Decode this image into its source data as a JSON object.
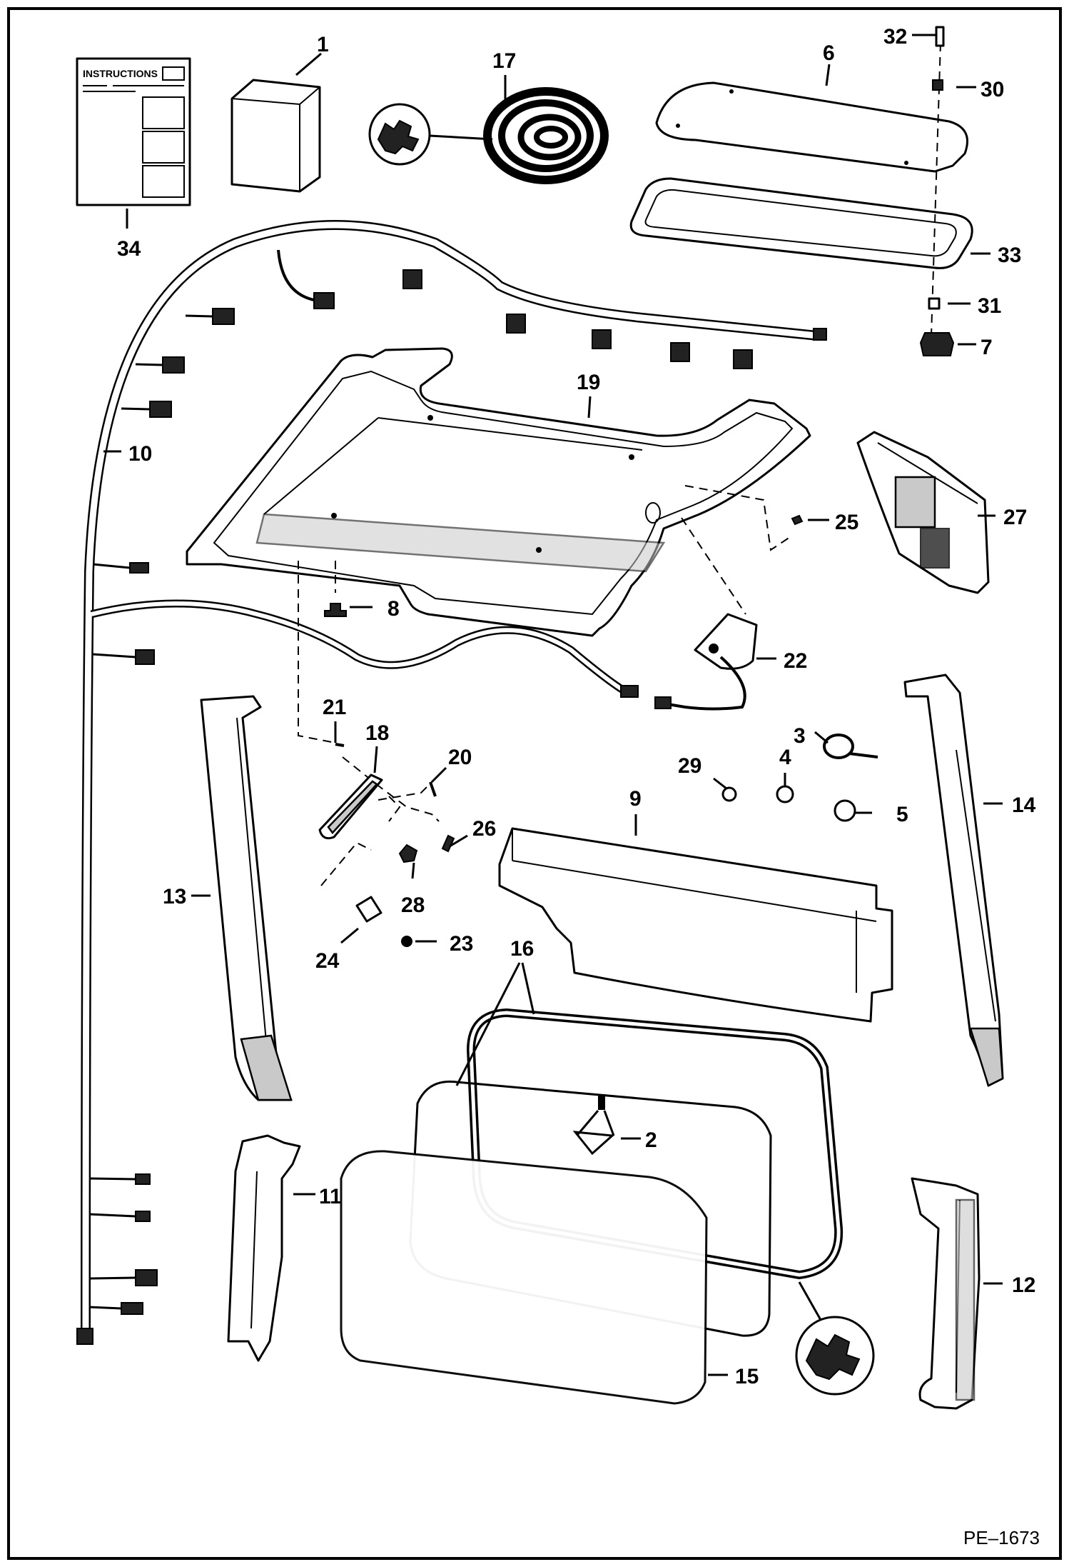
{
  "diagram": {
    "document_code": "PE–1673",
    "instructions_title": "INSTRUCTIONS",
    "callouts": [
      {
        "id": "1",
        "label": "1"
      },
      {
        "id": "2",
        "label": "2"
      },
      {
        "id": "3",
        "label": "3"
      },
      {
        "id": "4",
        "label": "4"
      },
      {
        "id": "5",
        "label": "5"
      },
      {
        "id": "6",
        "label": "6"
      },
      {
        "id": "7",
        "label": "7"
      },
      {
        "id": "8",
        "label": "8"
      },
      {
        "id": "9",
        "label": "9"
      },
      {
        "id": "10",
        "label": "10"
      },
      {
        "id": "11",
        "label": "11"
      },
      {
        "id": "12",
        "label": "12"
      },
      {
        "id": "13",
        "label": "13"
      },
      {
        "id": "14",
        "label": "14"
      },
      {
        "id": "15",
        "label": "15"
      },
      {
        "id": "16",
        "label": "16"
      },
      {
        "id": "17",
        "label": "17"
      },
      {
        "id": "18",
        "label": "18"
      },
      {
        "id": "19",
        "label": "19"
      },
      {
        "id": "20",
        "label": "20"
      },
      {
        "id": "21",
        "label": "21"
      },
      {
        "id": "22",
        "label": "22"
      },
      {
        "id": "23",
        "label": "23"
      },
      {
        "id": "24",
        "label": "24"
      },
      {
        "id": "25",
        "label": "25"
      },
      {
        "id": "26",
        "label": "26"
      },
      {
        "id": "27",
        "label": "27"
      },
      {
        "id": "28",
        "label": "28"
      },
      {
        "id": "29",
        "label": "29"
      },
      {
        "id": "30",
        "label": "30"
      },
      {
        "id": "31",
        "label": "31"
      },
      {
        "id": "32",
        "label": "32"
      },
      {
        "id": "33",
        "label": "33"
      },
      {
        "id": "34",
        "label": "34"
      }
    ]
  }
}
